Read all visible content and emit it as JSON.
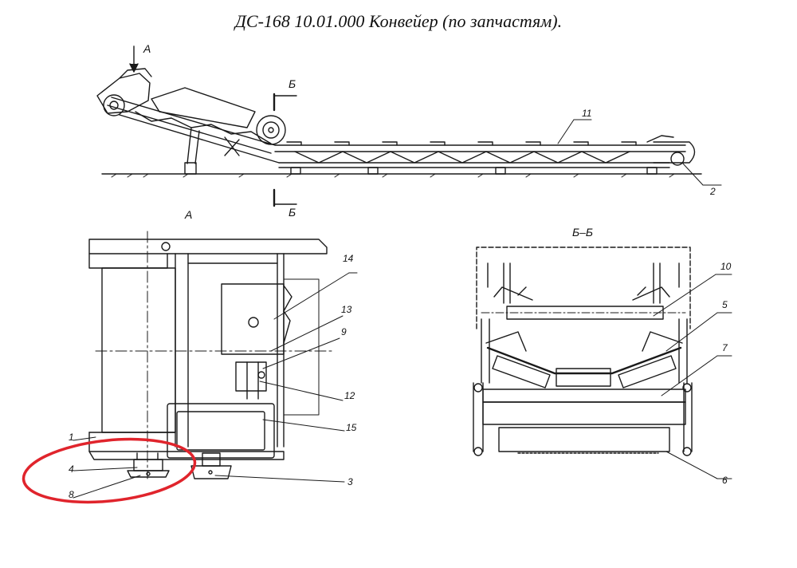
{
  "title": "ДС-168 10.01.000 Конвейер (по запчастям).",
  "views": {
    "side": {
      "arrow_label": "А",
      "section_top": "Б",
      "section_bottom": "Б"
    },
    "view_a": {
      "label": "А"
    },
    "section_bb": {
      "label": "Б–Б"
    }
  },
  "part_labels": {
    "p1": "1",
    "p2": "2",
    "p3": "3",
    "p4": "4",
    "p5": "5",
    "p6": "6",
    "p7": "7",
    "p8": "8",
    "p9": "9",
    "p10": "10",
    "p11": "11",
    "p12": "12",
    "p13": "13",
    "p14": "14",
    "p15": "15"
  },
  "colors": {
    "ink": "#1a1a1a",
    "highlight": "#e0242c"
  },
  "highlight": {
    "shape": "ellipse",
    "encloses": [
      "4",
      "8"
    ]
  }
}
